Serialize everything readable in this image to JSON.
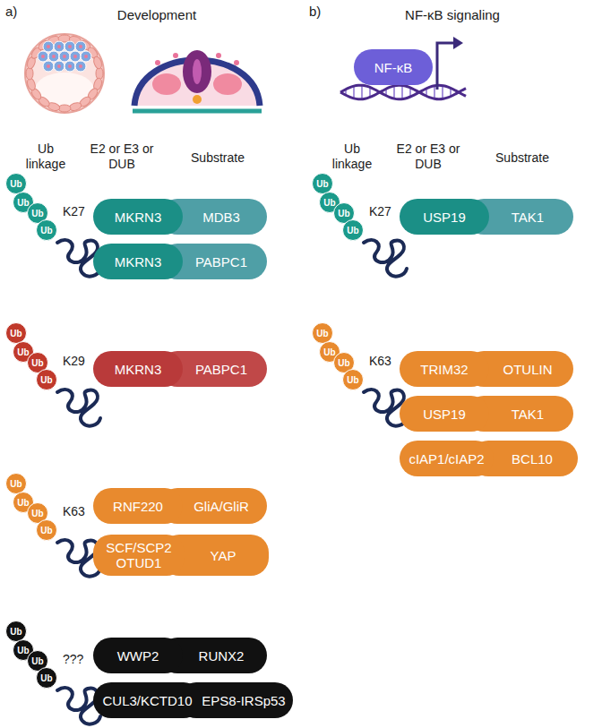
{
  "diagram": {
    "nodes": [
      {
        "text": [
          "Ub"
        ]
      },
      {
        "text": [
          "Ub"
        ]
      },
      {
        "text": [
          "Ub"
        ]
      },
      {
        "text": [
          "Ub"
        ]
      },
      {
        "text": [
          "MKRN3"
        ]
      },
      {
        "text": [
          "MDB3"
        ]
      },
      {
        "text": [
          "MKRN3"
        ]
      },
      {
        "text": [
          "PABPC1"
        ]
      },
      {
        "text": [
          "Ub"
        ]
      },
      {
        "text": [
          "Ub"
        ]
      },
      {
        "text": [
          "Ub"
        ]
      },
      {
        "text": [
          "Ub"
        ]
      },
      {
        "text": [
          "MKRN3"
        ]
      },
      {
        "text": [
          "PABPC1"
        ]
      },
      {
        "text": [
          "Ub"
        ]
      },
      {
        "text": [
          "Ub"
        ]
      },
      {
        "text": [
          "Ub"
        ]
      },
      {
        "text": [
          "Ub"
        ]
      },
      {
        "text": [
          "RNF220"
        ]
      },
      {
        "text": [
          "GliA/GliR"
        ]
      },
      {
        "text": [
          "SCF/SCP2 OTUD1"
        ]
      },
      {
        "text": [
          "YAP"
        ]
      },
      {
        "text": [
          "Ub"
        ]
      },
      {
        "text": [
          "Ub"
        ]
      },
      {
        "text": [
          "Ub"
        ]
      },
      {
        "text": [
          "Ub"
        ]
      },
      {
        "text": [
          "WWP2"
        ]
      },
      {
        "text": [
          "RUNX2"
        ]
      },
      {
        "text": [
          "CUL3/KCTD10"
        ]
      },
      {
        "text": [
          "EPS8-IRSp53"
        ]
      },
      {
        "text": [
          "NF-κB"
        ]
      },
      {
        "text": [
          "Ub"
        ]
      },
      {
        "text": [
          "Ub"
        ]
      },
      {
        "text": [
          "Ub"
        ]
      },
      {
        "text": [
          "Ub"
        ]
      },
      {
        "text": [
          "USP19"
        ]
      },
      {
        "text": [
          "TAK1"
        ]
      },
      {
        "text": [
          "Ub"
        ]
      },
      {
        "text": [
          "Ub"
        ]
      },
      {
        "text": [
          "Ub"
        ]
      },
      {
        "text": [
          "Ub"
        ]
      },
      {
        "text": [
          "TRIM32"
        ]
      },
      {
        "text": [
          "OTULIN"
        ]
      },
      {
        "text": [
          "USP19"
        ]
      },
      {
        "text": [
          "TAK1"
        ]
      },
      {
        "text": [
          "cIAP1/cIAP2"
        ]
      },
      {
        "text": [
          "BCL10"
        ]
      }
    ],
    "labels": [
      "a)",
      "Development",
      "Ub linkage",
      "E2 or E3 or DUB",
      "Substrate",
      "K27",
      "K29",
      "K63",
      "???",
      "b)",
      "NF-κB signaling",
      "Ub linkage",
      "E2 or E3 or DUB",
      "Substrate",
      "K27",
      "K63"
    ]
  }
}
